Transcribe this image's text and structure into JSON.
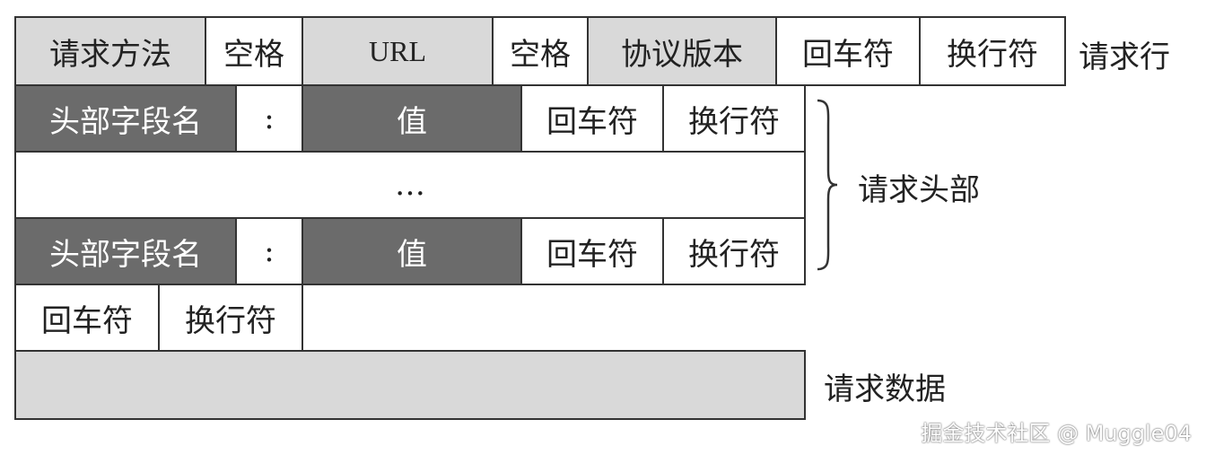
{
  "request_line": {
    "method": "请求方法",
    "space1": "空格",
    "url": "URL",
    "space2": "空格",
    "protocol_version": "协议版本",
    "cr": "回车符",
    "lf": "换行符",
    "label": "请求行"
  },
  "header_rows": [
    {
      "field_name": "头部字段名",
      "colon": ":",
      "value": "值",
      "cr": "回车符",
      "lf": "换行符"
    },
    {
      "field_name": "头部字段名",
      "colon": ":",
      "value": "值",
      "cr": "回车符",
      "lf": "换行符"
    }
  ],
  "ellipsis": "…",
  "headers_label": "请求头部",
  "blank_line": {
    "cr": "回车符",
    "lf": "换行符"
  },
  "body": {
    "label": "请求数据"
  },
  "watermark": "掘金技术社区 @ Muggle04",
  "colors": {
    "light_fill": "#d9d9d9",
    "dark_fill": "#6b6b6b",
    "border": "#333333"
  }
}
